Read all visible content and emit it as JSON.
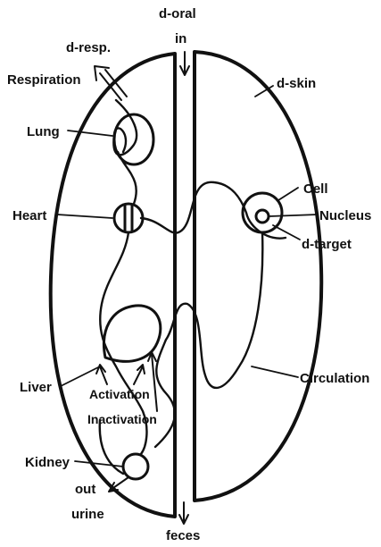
{
  "labels": {
    "d_oral": "d-oral",
    "in": "in",
    "d_resp": "d-resp.",
    "respiration": "Respiration",
    "d_skin": "d-skin",
    "lung": "Lung",
    "cell": "Cell",
    "heart": "Heart",
    "nucleus": "Nucleus",
    "d_target": "d-target",
    "liver": "Liver",
    "circulation": "Circulation",
    "activation": "Activation",
    "inactivation": "Inactivation",
    "kidney": "Kidney",
    "out": "out",
    "urine": "urine",
    "feces": "feces"
  }
}
